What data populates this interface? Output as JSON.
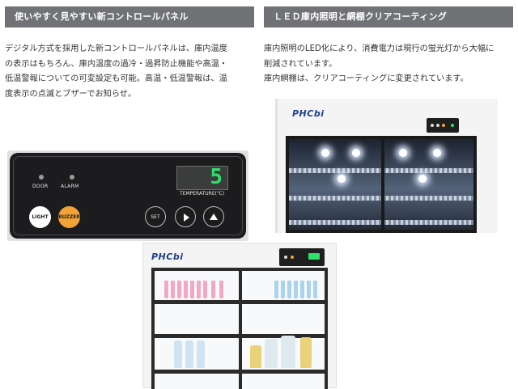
{
  "left_section": {
    "header": "使いやすく見やすい新コントロールパネル",
    "lines": [
      "デジタル方式を採用した新コントロールパネルは、庫内温度",
      "の表示はもちろん、庫内温度の過冷・過昇防止機能や高温・",
      "低温警報についての可変設定も可能。高温・低温警報は、温",
      "度表示の点滅とブザーでお知らせ。"
    ]
  },
  "right_section": {
    "header": "ＬＥＤ庫内照明と網棚クリアコーティング",
    "lines": [
      "庫内照明のLED化により、消費電力は現行の蛍光灯から大幅に",
      "削減されています。",
      "庫内網棚は、クリアコーティングに変更されています。"
    ]
  },
  "control_panel": {
    "door_label": "DOOR",
    "alarm_label": "ALARM",
    "display_value": "5",
    "temperature_label": "TEMPERATURE(℃)",
    "light_button": "LIGHT",
    "buzzer_button": "BUZZER",
    "set_button": "SET",
    "display_color": "#2fe06a",
    "buzzer_color": "#f2a335"
  },
  "fridges": {
    "brand_logo": "PHCbi",
    "brand_color": "#1d3f8a"
  },
  "colors": {
    "header_bg": "#707276",
    "text": "#333333"
  }
}
